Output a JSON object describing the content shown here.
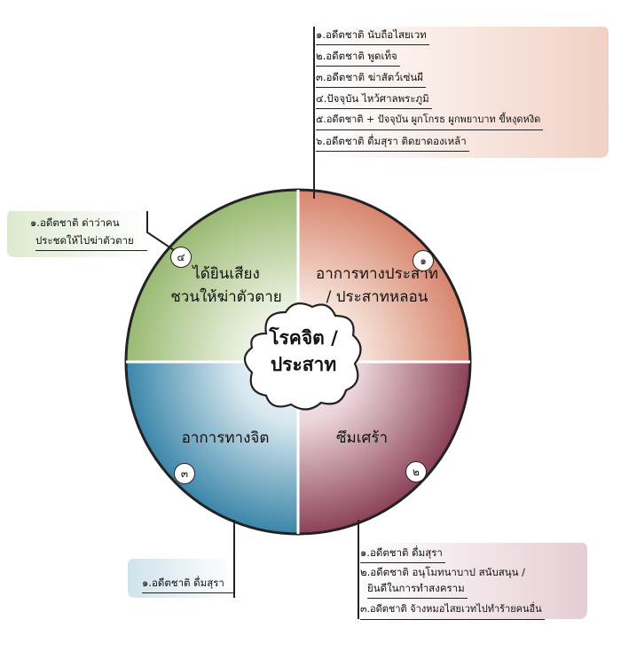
{
  "center": {
    "line1": "โรคจิต /",
    "line2": "ประสาท"
  },
  "quadrants": [
    {
      "number": "๑",
      "line1": "อาการทางประสาท",
      "line2": "/ ประสาทหลอน",
      "color": "#d9836b"
    },
    {
      "number": "๒",
      "line1": "ซึมเศร้า",
      "line2": "",
      "color": "#8a3b52"
    },
    {
      "number": "๓",
      "line1": "อาการทางจิต",
      "line2": "",
      "color": "#3d86a8"
    },
    {
      "number": "๔",
      "line1": "ได้ยินเสียง",
      "line2": "ชวนให้ฆ่าตัวตาย",
      "color": "#97b86e"
    }
  ],
  "boxes": {
    "top_right": [
      "๑.อดีตชาติ นับถือไสยเวท",
      "๒.อดีตชาติ พูดเท็จ",
      "๓.อดีตชาติ ฆ่าสัตว์เซ่นผี",
      "๔.ปัจจุบัน ไหว้ศาลพระภูมิ",
      "๕.อดีตชาติ + ปัจจุบัน ผูกโกรธ  ผูกพยาบาท  ขี้หงุดหงิด",
      "๖.อดีตชาติ ดื่มสุรา  ติดยาดองเหล้า"
    ],
    "top_left": [
      "๑.อดีตชาติ ด่าว่าคน",
      "ประชดให้ไปฆ่าตัวตาย"
    ],
    "bottom_left": [
      "๑.อดีตชาติ ดื่มสุรา"
    ],
    "bottom_right": [
      "๑.อดีตชาติ ดื่มสุรา",
      "๒.อดีตชาติ อนุโมทนาบาป สนับสนุน /",
      "ยินดีในการทำสงคราม",
      "๓.อดีตชาติ จ้างหมอไสยเวทไปทำร้ายคนอื่น"
    ]
  }
}
